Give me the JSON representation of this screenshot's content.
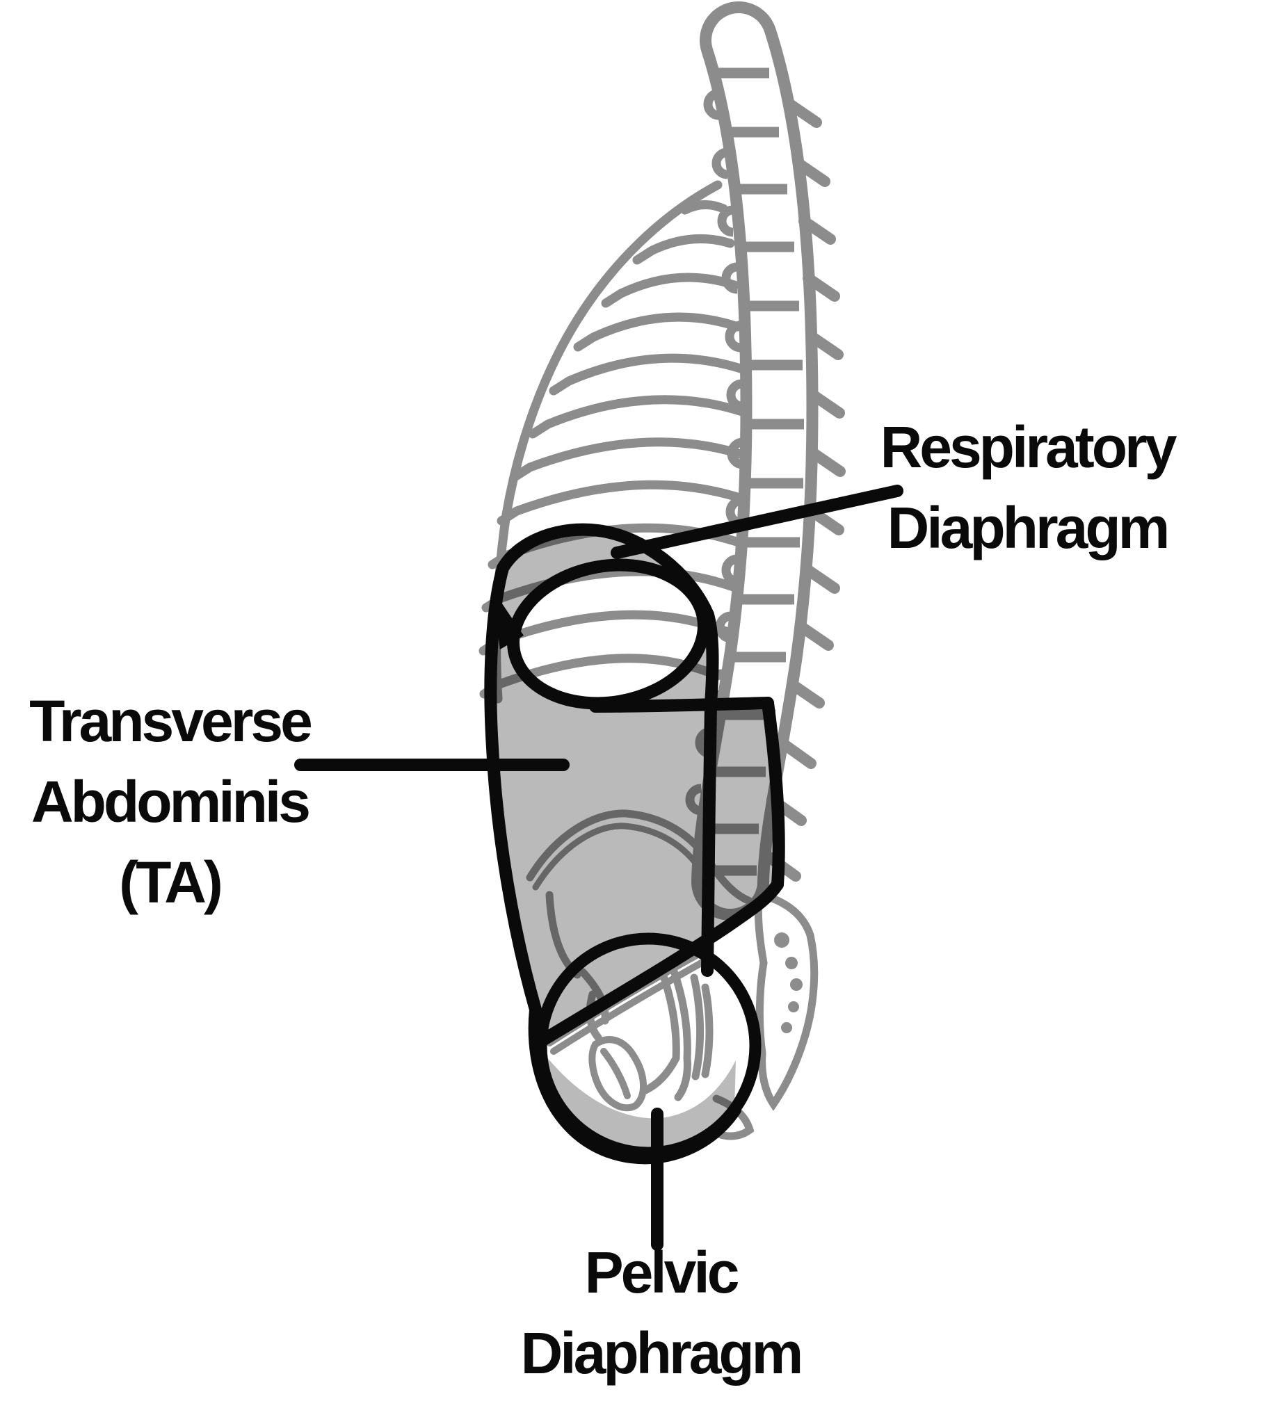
{
  "figure": {
    "type": "anatomical-diagram",
    "subject": "Deep core cylinder shown on a lateral skeleton: respiratory diaphragm on top, transverse abdominis wall, pelvic diaphragm at the base",
    "labels": {
      "respiratory": {
        "line1": "Respiratory",
        "line2": "Diaphragm"
      },
      "ta": {
        "line1": "Transverse",
        "line2": "Abdominis",
        "line3": "(TA)"
      },
      "pelvic": {
        "line1": "Pelvic",
        "line2": "Diaphragm"
      }
    },
    "colors": {
      "ink": "#0a0a0a",
      "skeleton_gray": "#8c8c8c",
      "muscle_shade": "rgba(0,0,0,0.27)",
      "background": "#ffffff"
    }
  }
}
